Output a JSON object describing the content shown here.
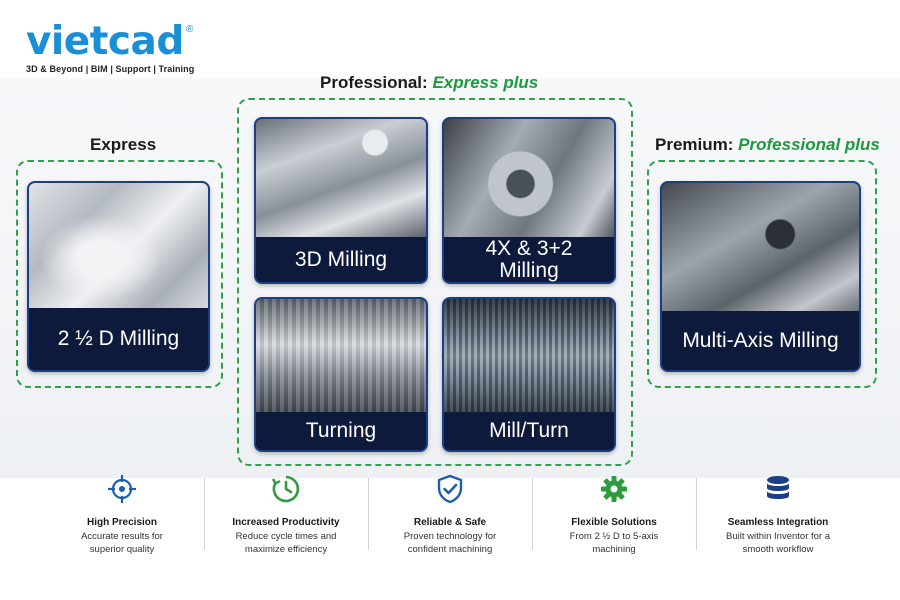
{
  "logo": {
    "wordmark": "vietcad",
    "registered": "®",
    "tagline": "3D & Beyond | BIM | Support | Training"
  },
  "groups": {
    "express": {
      "title": "Express"
    },
    "professional": {
      "title": "Professional:",
      "accent": "Express plus"
    },
    "premium": {
      "title": "Premium:",
      "accent": "Professional plus"
    }
  },
  "cards": {
    "two_half_d": "2 ½ D Milling",
    "three_d": "3D Milling",
    "four_x": [
      "4X & 3+2",
      "Milling"
    ],
    "turning": "Turning",
    "mill_turn": "Mill/Turn",
    "multi_axis": "Multi-Axis Milling"
  },
  "colors": {
    "brand_blue": "#1b8fd6",
    "accent_green": "#1e9a3c",
    "card_navy": "#0d1a3c"
  },
  "features": [
    {
      "icon": "crosshair-icon",
      "title": "High Precision",
      "desc": [
        "Accurate results for",
        "superior quality"
      ]
    },
    {
      "icon": "clock-icon",
      "title": "Increased Productivity",
      "desc": [
        "Reduce cycle times and",
        "maximize efficiency"
      ]
    },
    {
      "icon": "shield-check-icon",
      "title": "Reliable & Safe",
      "desc": [
        "Proven technology for",
        "confident machining"
      ]
    },
    {
      "icon": "gear-icon",
      "title": "Flexible Solutions",
      "desc": [
        "From 2 ½ D to 5-axis",
        "machining"
      ]
    },
    {
      "icon": "database-icon",
      "title": "Seamless Integration",
      "desc": [
        "Built within Inventor for a",
        "smooth workflow"
      ]
    }
  ]
}
